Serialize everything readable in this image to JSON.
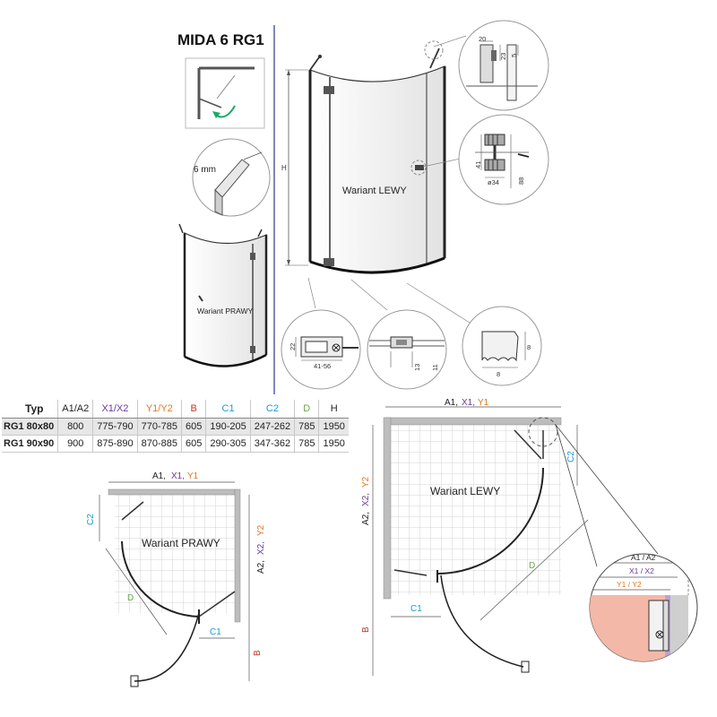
{
  "title": "MIDA 6 RG1",
  "main_view": {
    "variant_label": "Wariant LEWY",
    "height_label": "H"
  },
  "glass_detail": {
    "thickness_label": "6 mm"
  },
  "small_view": {
    "variant_label": "Wariant PRAWY"
  },
  "detail_top_right": {
    "dim_20": "20",
    "dim_23": "23",
    "dim_5": "5"
  },
  "detail_handle": {
    "dim_41": "41",
    "dim_34": "ø34",
    "dim_88": "88"
  },
  "detail_bottom_1": {
    "dim_22": "22",
    "dim_41_56": "41-56"
  },
  "detail_bottom_2": {
    "dim_13": "13",
    "dim_11": "11"
  },
  "detail_bottom_3": {
    "dim_8a": "8",
    "dim_8b": "8"
  },
  "table": {
    "headers": [
      "Typ",
      "A1/A2",
      "X1/X2",
      "Y1/Y2",
      "B",
      "C1",
      "C2",
      "D",
      "H"
    ],
    "header_colors": [
      "#222222",
      "#222222",
      "#6a3a9a",
      "#e07820",
      "#c0392b",
      "#1a9ad6",
      "#1a9ad6",
      "#6aa84f",
      "#222222"
    ],
    "rows": [
      [
        "RG1 80x80",
        "800",
        "775-790",
        "770-785",
        "605",
        "190-205",
        "247-262",
        "785",
        "1950"
      ],
      [
        "RG1 90x90",
        "900",
        "875-890",
        "870-885",
        "605",
        "290-305",
        "347-362",
        "785",
        "1950"
      ]
    ]
  },
  "plan_right": {
    "variant_label": "Wariant PRAWY",
    "a_label": "A1,",
    "x_label": "X1,",
    "y_label": "Y1",
    "side_a": "A2,",
    "side_x": "X2,",
    "side_y": "Y2",
    "c2": "C2",
    "c1": "C1",
    "d": "D",
    "b": "B"
  },
  "plan_left": {
    "variant_label": "Wariant LEWY",
    "a_label": "A1,",
    "x_label": "X1,",
    "y_label": "Y1",
    "side_a": "A2,",
    "side_x": "X2,",
    "side_y": "Y2",
    "c2": "C2",
    "c1": "C1",
    "d": "D",
    "b": "B"
  },
  "zoom_detail": {
    "a_label": "A1 / A2",
    "x_label": "X1 / X2",
    "y_label": "Y1 / Y2"
  },
  "colors": {
    "purple": "#6a3a9a",
    "orange": "#e07820",
    "red": "#c0392b",
    "blue": "#1a9ad6",
    "green": "#6aa84f",
    "divider": "#2a3a8a"
  }
}
